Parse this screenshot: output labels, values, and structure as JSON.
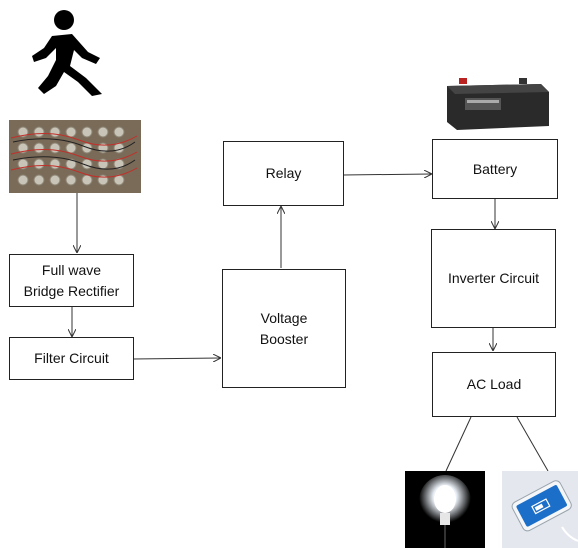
{
  "blocks": {
    "rectifier": "Full wave\nBridge Rectifier",
    "filter": "Filter Circuit",
    "booster": "Voltage\nBooster",
    "relay": "Relay",
    "battery": "Battery",
    "inverter": "Inverter Circuit",
    "ac_load": "AC Load"
  },
  "images": {
    "walker": "walking-person-icon",
    "piezo": "piezo-sensor-array-photo",
    "battery": "battery-photo",
    "bulb": "light-bulb-photo",
    "phone": "charging-phone-photo"
  },
  "colors": {
    "line": "#333333",
    "box_border": "#222222"
  }
}
